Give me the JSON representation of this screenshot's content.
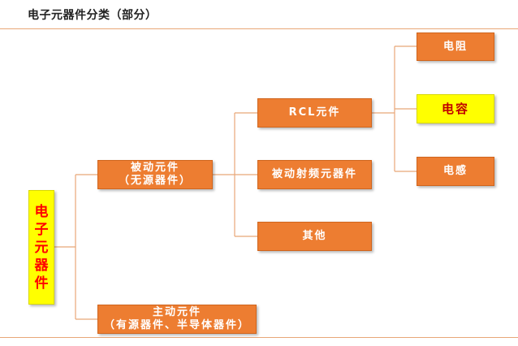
{
  "title": "电子元器件分类（部分）",
  "colors": {
    "node_fill": "#ed7d31",
    "highlight_fill": "#ffff00",
    "highlight_text": "#c00000",
    "root_text": "#ff0000",
    "connector": "#e8a778"
  },
  "root": {
    "label": "电子元器件",
    "chars": [
      "电",
      "子",
      "元",
      "器",
      "件"
    ]
  },
  "level1": {
    "passive": {
      "line1": "被动元件",
      "line2": "（无源器件）"
    },
    "active": {
      "line1": "主动元件",
      "line2": "（有源器件、半导体器件）"
    }
  },
  "level2": {
    "rcl": "RCL元件",
    "rf": "被动射频元器件",
    "other": "其他"
  },
  "level3": {
    "resistor": "电阻",
    "capacitor": "电容",
    "inductor": "电感"
  }
}
